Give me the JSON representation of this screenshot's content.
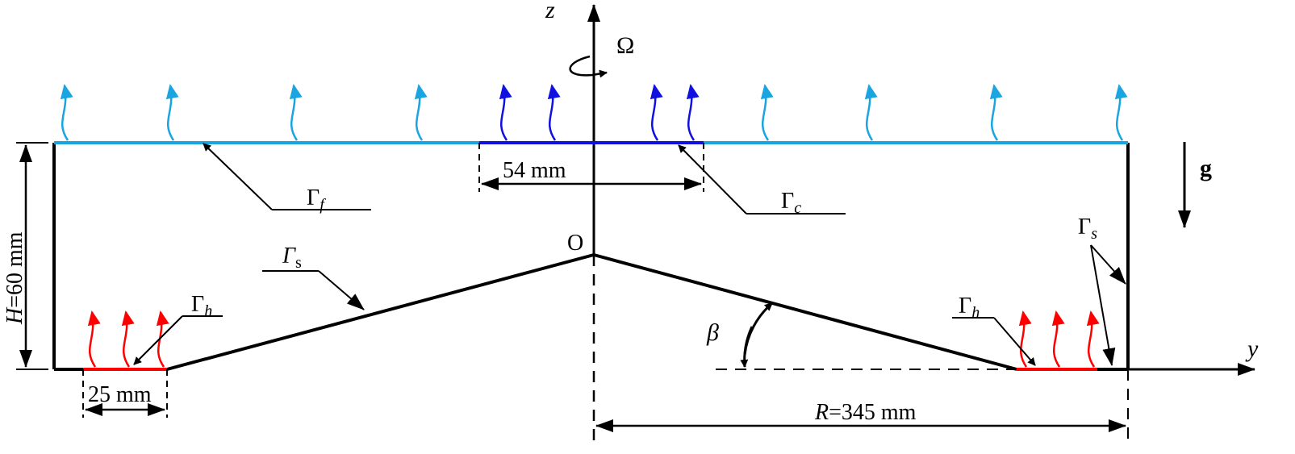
{
  "labels": {
    "z": "z",
    "y": "y",
    "omega": "Ω",
    "origin": "O",
    "gravity": "g",
    "gamma": "Γ",
    "gamma_s_italic": "Γ",
    "sub_f": "f",
    "sub_c": "c",
    "sub_h": "h",
    "sub_s": "s",
    "beta": "β"
  },
  "dimensions": {
    "height_var": "H",
    "height_val": "=60 mm",
    "center_width": "54 mm",
    "heater_width": "25 mm",
    "radius_var": "R",
    "radius_val": "=345 mm"
  },
  "colors": {
    "free_surface": "#1aa4e0",
    "cooler": "#1010e0",
    "heater": "#ff0000",
    "line": "#000000"
  }
}
